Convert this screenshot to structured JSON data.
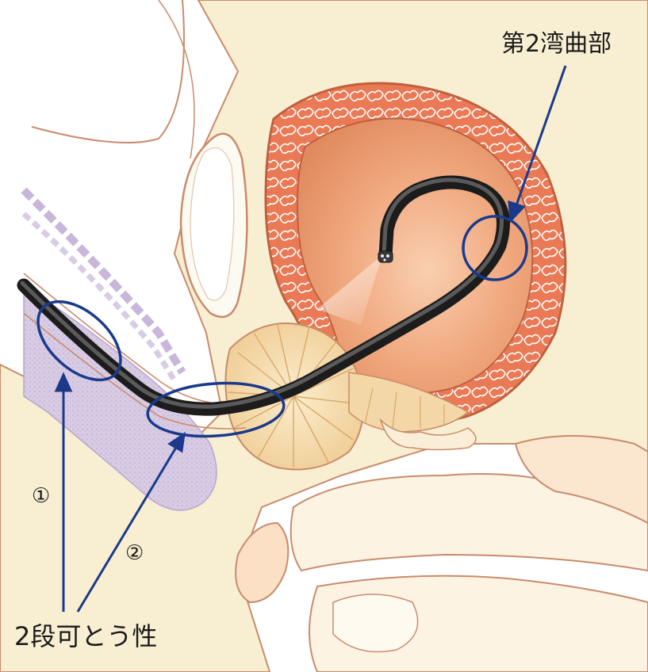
{
  "labels": {
    "second_bending_section": "第2湾曲部",
    "two_stage_flexibility": "2段可とう性",
    "circle_1": "①",
    "circle_2": "②"
  },
  "colors": {
    "tissue_cream": "#f8eed2",
    "tissue_outline": "#c98b6b",
    "bladder_wall": "#ea7a55",
    "bladder_inner": "#f2b38c",
    "prostate": "#f3d7a6",
    "prostate_lines": "#d9a86a",
    "bone_white": "#fdfaf1",
    "urethra_purple": "#cfc0dc",
    "scope_black": "#2a2a2a",
    "annotation_blue": "#1b3a8c"
  }
}
